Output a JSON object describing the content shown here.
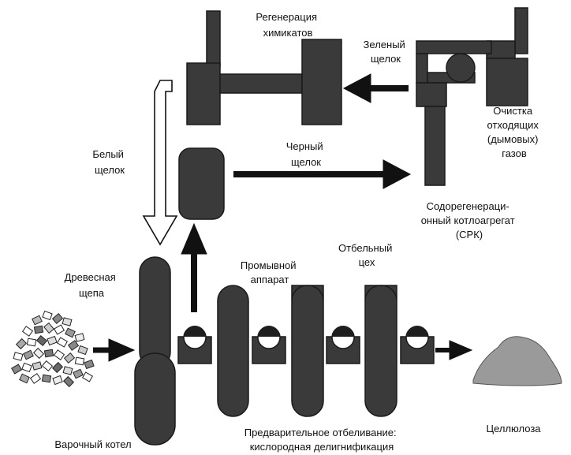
{
  "colors": {
    "equipment": "#3a3a3a",
    "outline": "#1a1a1a",
    "arrow": "#111111",
    "background": "#ffffff",
    "washer_drum": "#ffffff"
  },
  "labels": {
    "chem_regen": [
      "Регенерация",
      "химикатов"
    ],
    "green_liquor": [
      "Зеленый",
      "щелок"
    ],
    "flue_gas": [
      "Очистка",
      "отходящих",
      "(дымовых)",
      "газов"
    ],
    "white_liquor": [
      "Белый",
      "щелок"
    ],
    "black_liquor": [
      "Черный",
      "щелок"
    ],
    "recovery_boiler": [
      "Содорегенераци-",
      "онный котлоагрегат",
      "(СРК)"
    ],
    "wood_chips": [
      "Древесная",
      "щепа"
    ],
    "washer": [
      "Промывной",
      "аппарат"
    ],
    "bleach_plant": [
      "Отбельный",
      "цех"
    ],
    "digester": "Варочный котел",
    "pre_bleach": [
      "Предварительное отбеливание:",
      "кислородная делигнификация"
    ],
    "pulp": "Целлюлоза"
  }
}
